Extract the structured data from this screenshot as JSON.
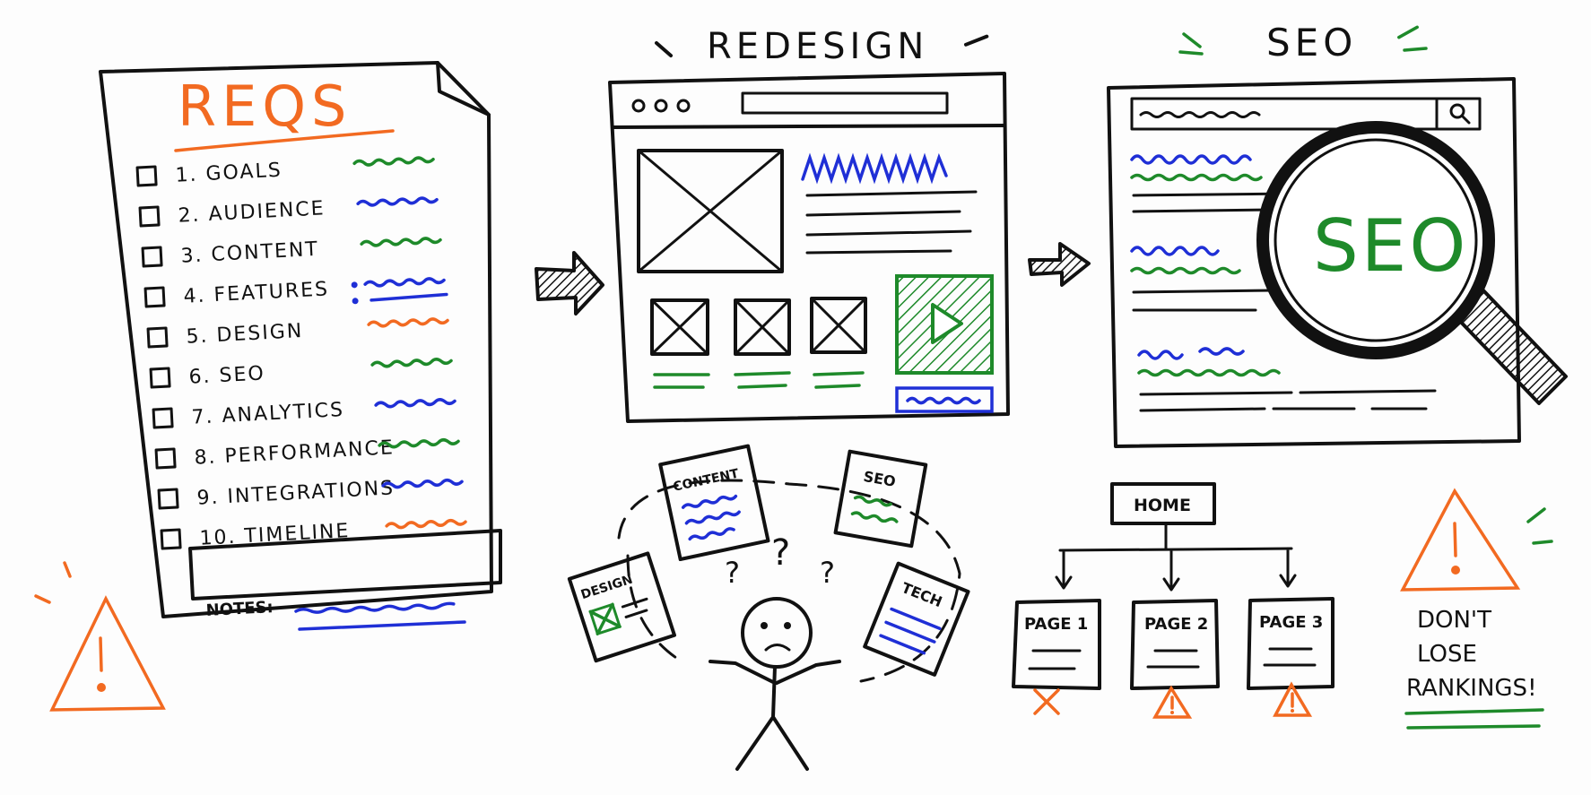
{
  "colors": {
    "ink": "#111111",
    "blue": "#1f2fd6",
    "green": "#1e8a2a",
    "orange": "#f26a21",
    "paper": "#fdfdfd"
  },
  "reqs": {
    "title": "REQS",
    "items": [
      {
        "label": "1.  GOALS",
        "color": "green"
      },
      {
        "label": "2.  AUDIENCE",
        "color": "blue"
      },
      {
        "label": "3.  CONTENT",
        "color": "green"
      },
      {
        "label": "4.  FEATURES",
        "color": "blue"
      },
      {
        "label": "5.  DESIGN",
        "color": "orange"
      },
      {
        "label": "6.  SEO",
        "color": "green"
      },
      {
        "label": "7.  ANALYTICS",
        "color": "blue"
      },
      {
        "label": "8.  PERFORMANCE",
        "color": "green"
      },
      {
        "label": "9.  INTEGRATIONS",
        "color": "blue"
      },
      {
        "label": "10. TIMELINE",
        "color": "orange"
      }
    ],
    "notes_label": "NOTES:"
  },
  "redesign": {
    "title": "REDESIGN"
  },
  "seo": {
    "title": "SEO",
    "lens_text": "SEO"
  },
  "juggle": {
    "cards": [
      "CONTENT",
      "SEO",
      "DESIGN",
      "TECH"
    ],
    "question": "?"
  },
  "sitemap": {
    "root": "HOME",
    "pages": [
      "PAGE 1",
      "PAGE 2",
      "PAGE 3"
    ]
  },
  "warning": {
    "line1": "DON'T",
    "line2": "LOSE",
    "line3": "RANKINGS!"
  }
}
